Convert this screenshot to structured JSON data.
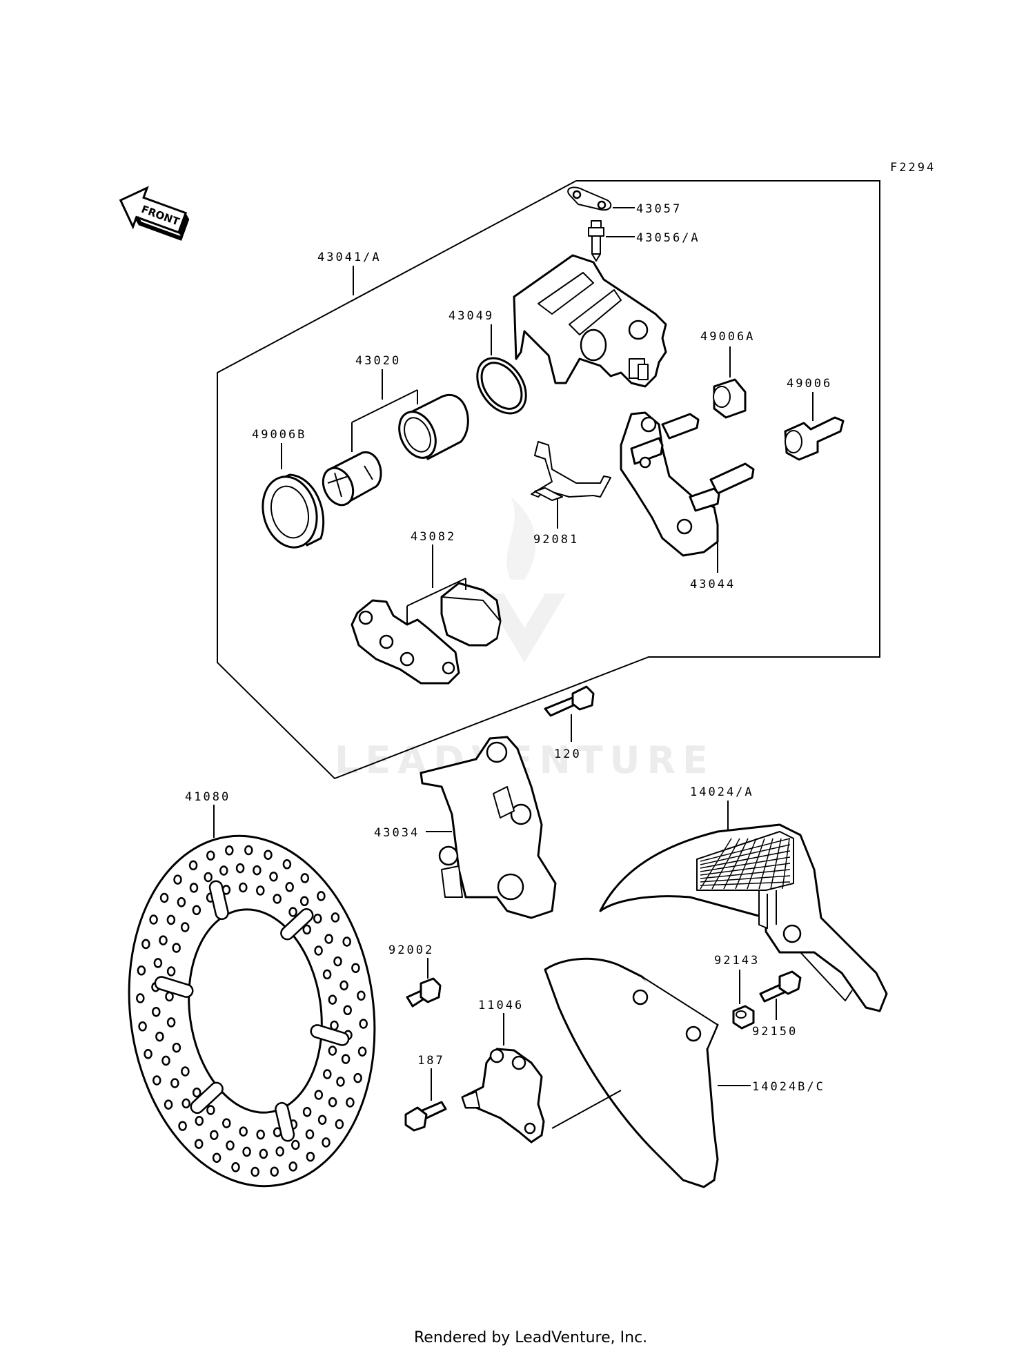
{
  "diagram": {
    "code": "F2294",
    "front_label": "FRONT",
    "watermark": "LEADVENTURE",
    "footer": "Rendered by LeadVenture, Inc."
  },
  "labels": {
    "p43057": "43057",
    "p43056A": "43056/A",
    "p43041A": "43041/A",
    "p43049": "43049",
    "p43020": "43020",
    "p49006A": "49006A",
    "p49006": "49006",
    "p49006B": "49006B",
    "p92081": "92081",
    "p43044": "43044",
    "p43082": "43082",
    "p120": "120",
    "p41080": "41080",
    "p43034": "43034",
    "p14024A": "14024/A",
    "p92002": "92002",
    "p11046": "11046",
    "p92143": "92143",
    "p92150": "92150",
    "p187": "187",
    "p14024BC": "14024B/C"
  }
}
